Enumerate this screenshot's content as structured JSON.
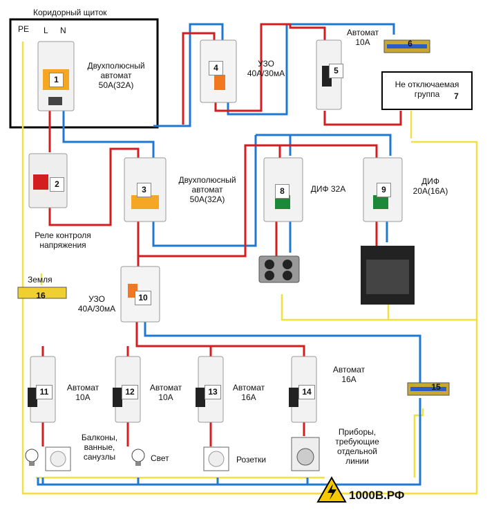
{
  "panel": {
    "title": "Коридорный щиток",
    "pe": "PE",
    "l": "L",
    "n": "N"
  },
  "devices": [
    {
      "id": "1",
      "label": "Двухполюсный\nавтомат\n50А(32А)"
    },
    {
      "id": "2",
      "label": "Реле  контроля\nнапряжения"
    },
    {
      "id": "3",
      "label": "Двухполюсный\nавтомат\n50А(32А)"
    },
    {
      "id": "4",
      "label": "УЗО\n40А/30мА"
    },
    {
      "id": "5",
      "label": "Автомат\n10А"
    },
    {
      "id": "6",
      "label": ""
    },
    {
      "id": "7",
      "label": "Не отключаемая\nгруппа"
    },
    {
      "id": "8",
      "label": "ДИФ 32А"
    },
    {
      "id": "9",
      "label": "ДИФ\n20А(16А)"
    },
    {
      "id": "10",
      "label": "УЗО\n40А/30мА"
    },
    {
      "id": "11",
      "label": "Автомат\n10А"
    },
    {
      "id": "12",
      "label": "Автомат\n10А"
    },
    {
      "id": "13",
      "label": "Автомат\n16А"
    },
    {
      "id": "14",
      "label": "Автомат\n16А"
    },
    {
      "id": "15",
      "label": ""
    },
    {
      "id": "16",
      "label": "Земля"
    }
  ],
  "loads": {
    "balcony": "Балконы,\nванные,\nсанузлы",
    "light": "Свет",
    "sockets": "Розетки",
    "dedicated": "Приборы,\nтребующие\nотдельной\nлинии"
  },
  "brand": "1000В.РФ",
  "colors": {
    "phase": "#d21e1e",
    "neutral": "#1e78d2",
    "ground": "#f0e040",
    "frame": "#000000"
  }
}
